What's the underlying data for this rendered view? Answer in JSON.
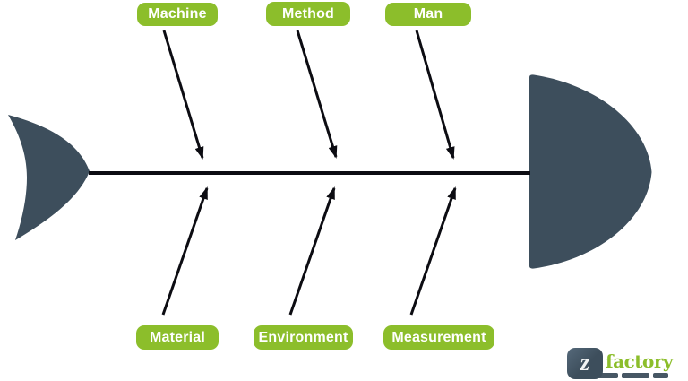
{
  "diagram": {
    "type": "fishbone-ishikawa",
    "top_causes": [
      "Machine",
      "Method",
      "Man"
    ],
    "bottom_causes": [
      "Material",
      "Environment",
      "Measurement"
    ]
  },
  "colors": {
    "cause_label_bg": "#8cbe2b",
    "cause_label_text": "#ffffff",
    "fish_body": "#3d4e5c",
    "bone_line": "#0c0c12",
    "background": "#ffffff",
    "logo_wordmark": "#8cbe2b",
    "logo_mark_bg": "#3d4e5c"
  },
  "logo": {
    "monogram": "z",
    "wordmark": "factory"
  }
}
